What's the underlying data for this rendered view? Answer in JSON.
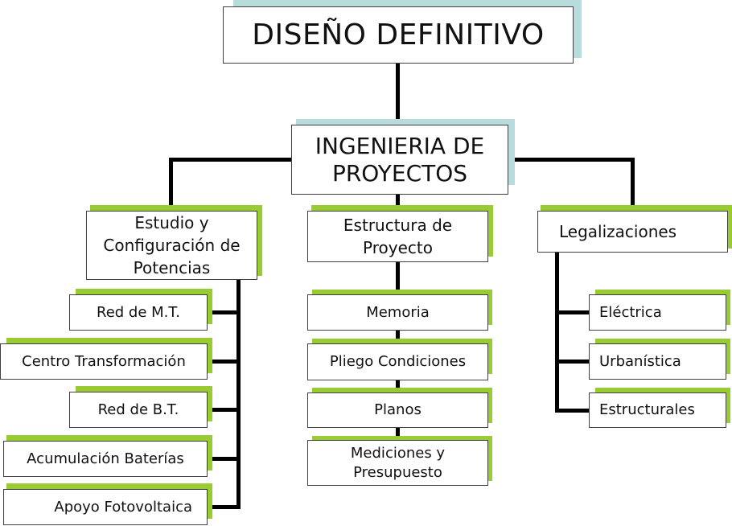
{
  "diagram": {
    "title": "DISEÑO DEFINITIVO",
    "engineering": "INGENIERIA DE PROYECTOS",
    "categories": {
      "potencias": "Estudio y Configuración de Potencias",
      "estructura": "Estructura de Proyecto",
      "legalizaciones": "Legalizaciones"
    },
    "potencias_items": [
      "Red de M.T.",
      "Centro Transformación",
      "Red de B.T.",
      "Acumulación Baterías",
      "Apoyo Fotovoltaica"
    ],
    "estructura_items": [
      "Memoria",
      "Pliego Condiciones",
      "Planos",
      "Mediciones y Presupuesto"
    ],
    "legalizaciones_items": [
      "Eléctrica",
      "Urbanística",
      "Estructurales"
    ]
  },
  "colors": {
    "title_shadow": "#b8dcdc",
    "box_shadow": "#99cc33",
    "connector": "#000000"
  }
}
